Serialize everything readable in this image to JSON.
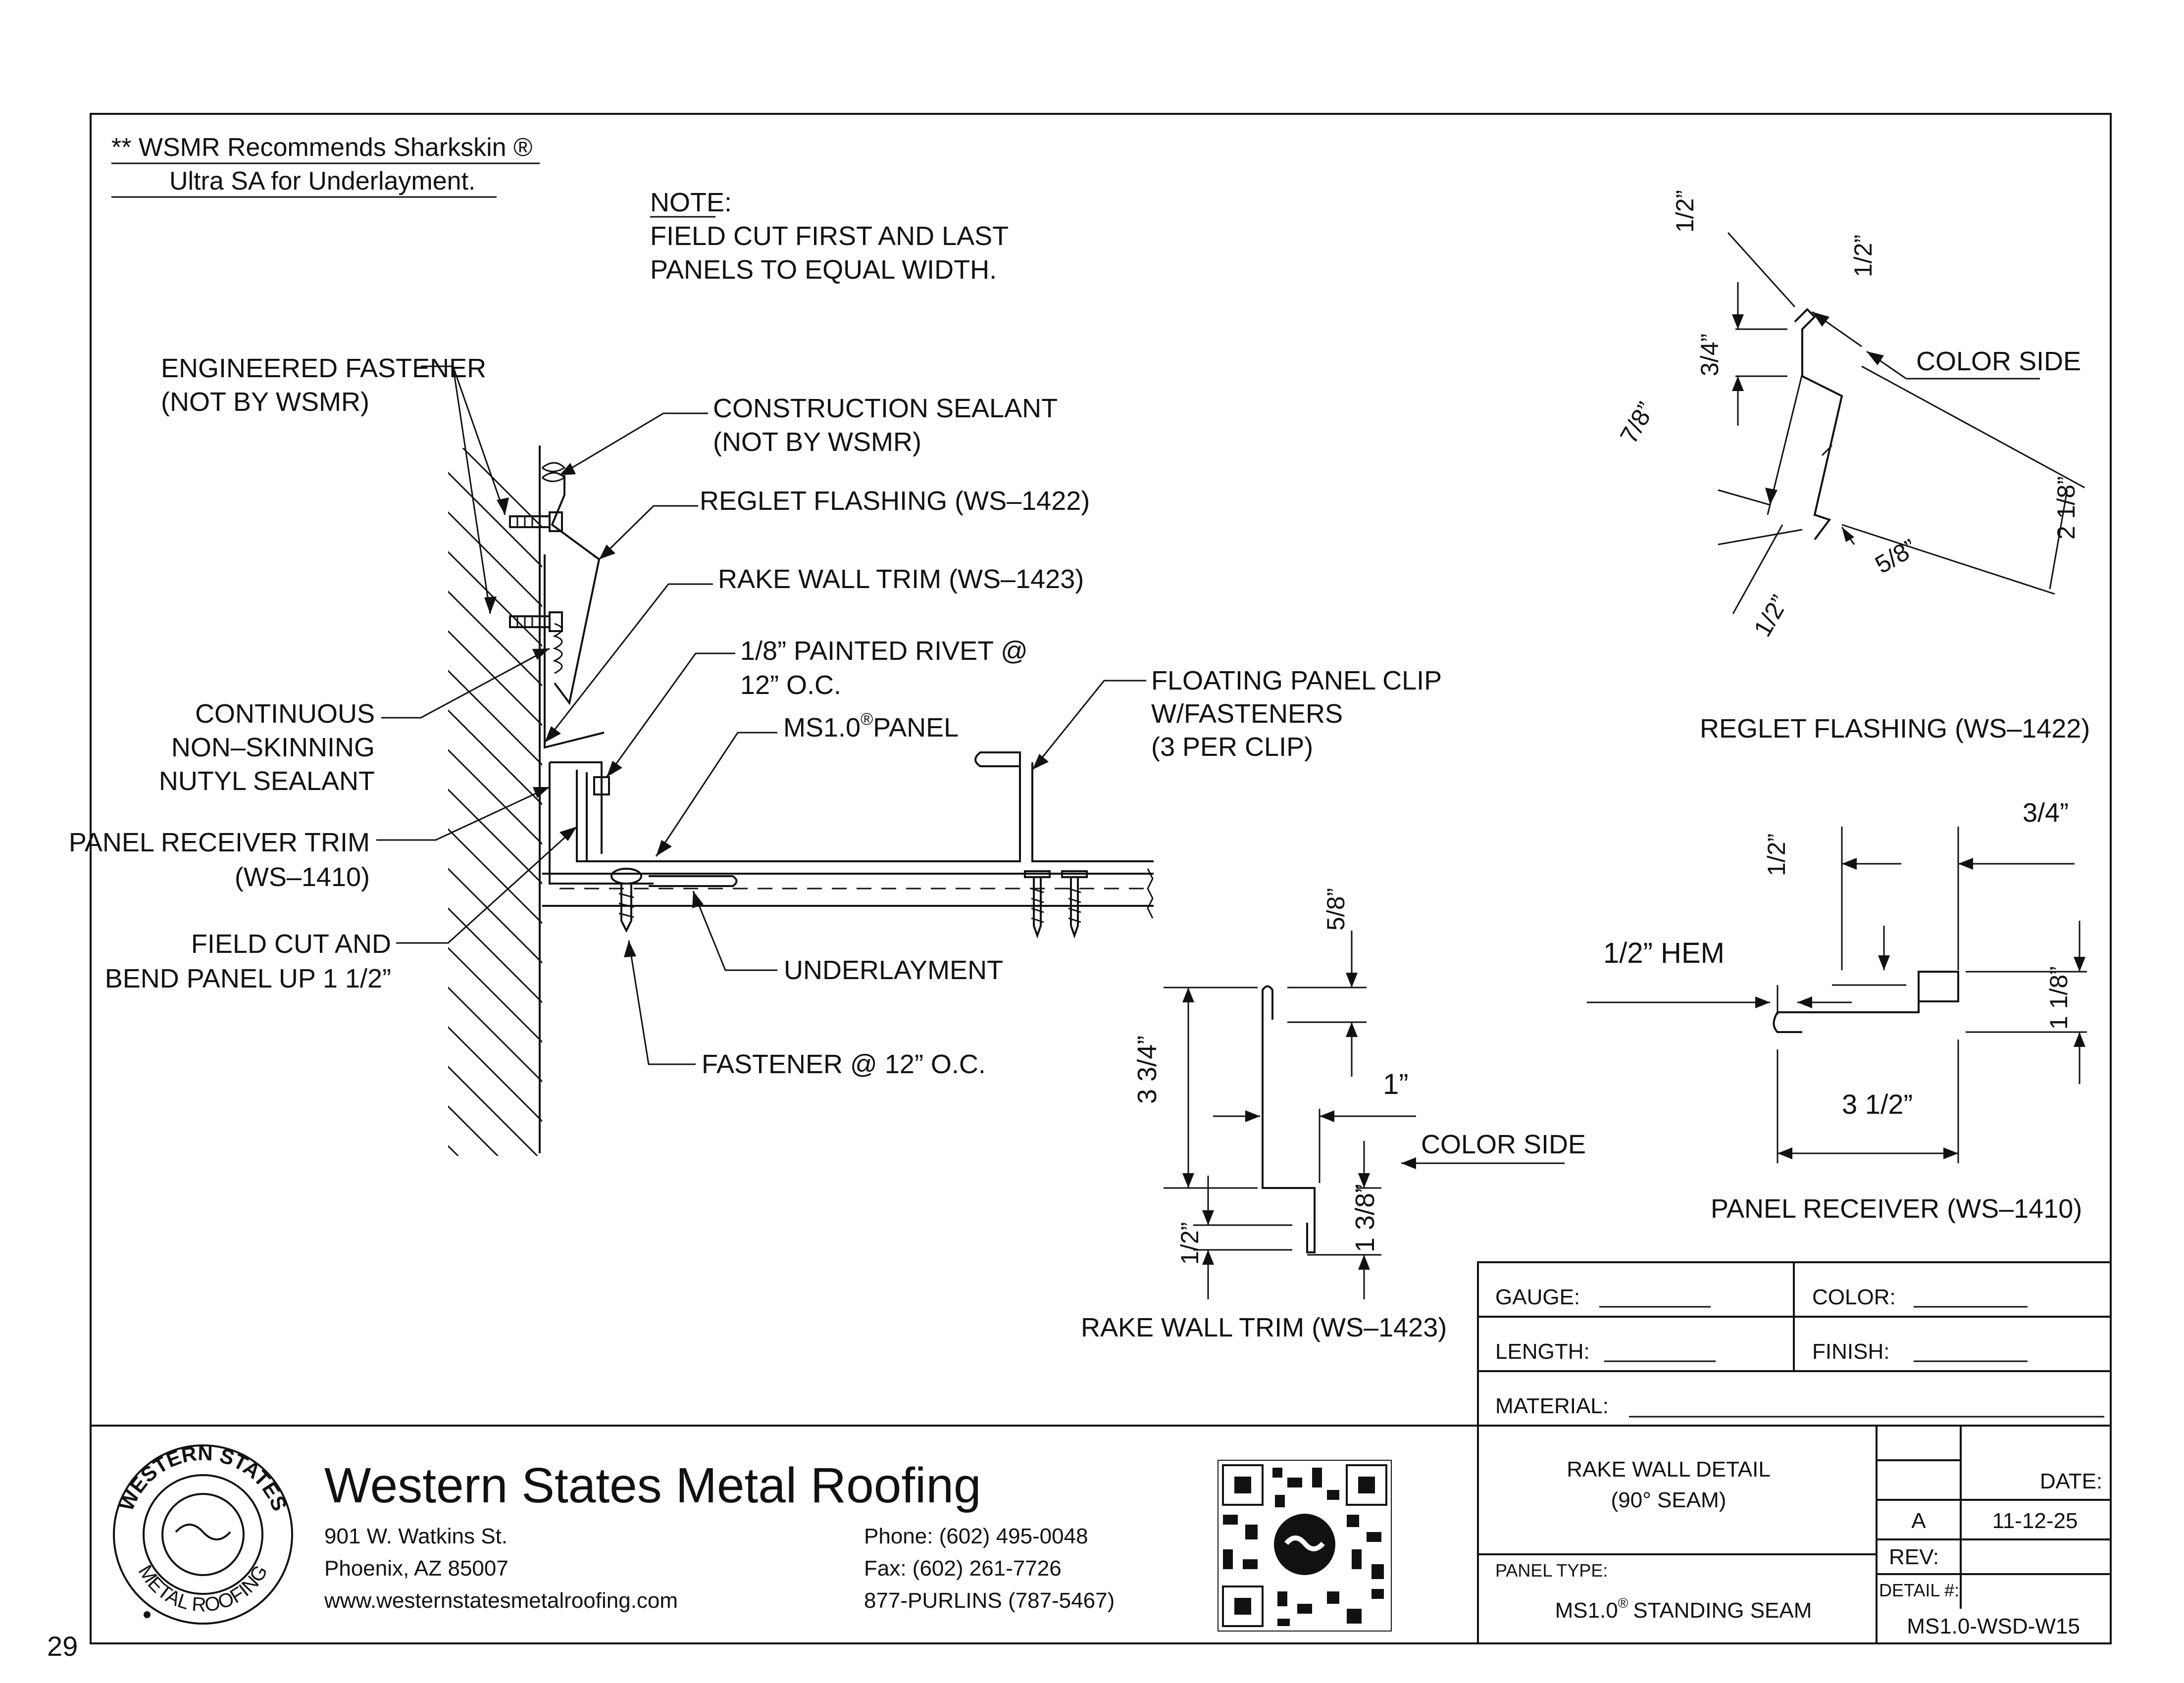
{
  "header_note": {
    "line1": "** WSMR Recommends Sharkskin ®",
    "line2": "Ultra SA for Underlayment."
  },
  "field_note": {
    "title": "NOTE:",
    "line1": "FIELD CUT FIRST AND LAST",
    "line2": "PANELS TO EQUAL WIDTH."
  },
  "callouts": {
    "engineered_fastener_1": "ENGINEERED FASTENER",
    "engineered_fastener_2": "(NOT BY WSMR)",
    "construction_sealant_1": "CONSTRUCTION SEALANT",
    "construction_sealant_2": "(NOT BY WSMR)",
    "reglet_flashing": "REGLET FLASHING (WS–1422)",
    "rake_wall_trim": "RAKE WALL TRIM (WS–1423)",
    "rivet_1": "1/8” PAINTED RIVET @",
    "rivet_2": "12” O.C.",
    "panel_prefix": "MS1.0",
    "panel_reg": "®",
    "panel_suffix": "PANEL",
    "clip_1": "FLOATING PANEL CLIP",
    "clip_2": "W/FASTENERS",
    "clip_3": "(3 PER CLIP)",
    "sealant_1": "CONTINUOUS",
    "sealant_2": "NON–SKINNING",
    "sealant_3": "NUTYL SEALANT",
    "receiver_1": "PANEL RECEIVER TRIM",
    "receiver_2": "(WS–1410)",
    "field_cut_1": "FIELD CUT AND",
    "field_cut_2": "BEND PANEL UP 1 1/2”",
    "underlayment": "UNDERLAYMENT",
    "fastener": "FASTENER @ 12” O.C."
  },
  "details": {
    "reglet": {
      "title": "REGLET FLASHING (WS–1422)",
      "color_side": "COLOR SIDE",
      "dims": [
        "1/2”",
        "1/2”",
        "3/4”",
        "7/8”",
        "2 1/8”",
        "5/8”",
        "1/2”"
      ]
    },
    "rake": {
      "title": "RAKE WALL TRIM (WS–1423)",
      "color_side": "COLOR SIDE",
      "dims": [
        "5/8”",
        "3 3/4”",
        "1”",
        "1 3/8”",
        "1/2”"
      ]
    },
    "receiver": {
      "title": "PANEL RECEIVER (WS–1410)",
      "hem": "1/2” HEM",
      "dims": [
        "3/4”",
        "1/2”",
        "1 1/8”",
        "3 1/2”"
      ]
    }
  },
  "spec_box": {
    "gauge": "GAUGE:",
    "color": "COLOR:",
    "length": "LENGTH:",
    "finish": "FINISH:",
    "material": "MATERIAL:"
  },
  "company": {
    "name": "Western States Metal Roofing",
    "address1": "901 W. Watkins St.",
    "address2": "Phoenix, AZ 85007",
    "website": "www.westernstatesmetalroofing.com",
    "phone": "Phone: (602) 495-0048",
    "fax": "Fax: (602) 261-7726",
    "tollfree": "877-PURLINS (787-5467)",
    "logo_top": "WESTERN STATES",
    "logo_bottom": "METAL ROOFING"
  },
  "title_block": {
    "title1": "RAKE WALL DETAIL",
    "title2": "(90° SEAM)",
    "panel_type_label": "PANEL TYPE:",
    "panel_type_value_prefix": "MS1.0",
    "panel_type_reg": "®",
    "panel_type_value_suffix": "STANDING SEAM",
    "date_label": "DATE:",
    "rev_letter": "A",
    "date_value": "11-12-25",
    "rev_label": "REV:",
    "detail_label": "DETAIL #:",
    "detail_value": "MS1.0-WSD-W15"
  },
  "page_number": "29"
}
